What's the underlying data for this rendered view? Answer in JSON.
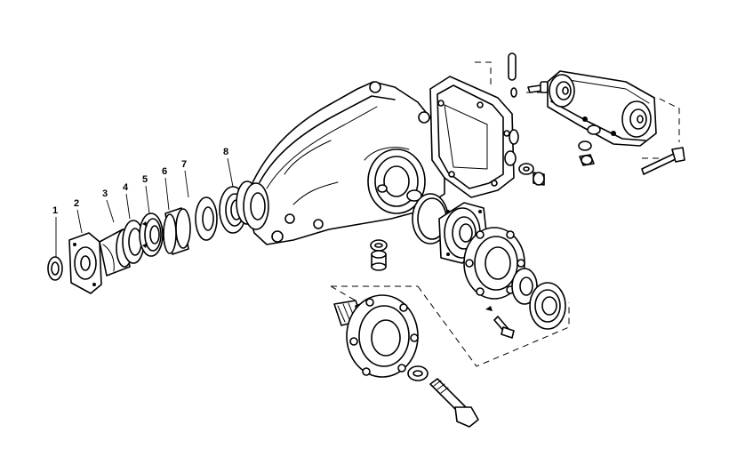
{
  "diagram": {
    "callouts": [
      {
        "id": "callout-1",
        "label": "1"
      },
      {
        "id": "callout-2",
        "label": "2"
      },
      {
        "id": "callout-3",
        "label": "3"
      },
      {
        "id": "callout-4",
        "label": "4"
      },
      {
        "id": "callout-5",
        "label": "5"
      },
      {
        "id": "callout-6",
        "label": "6"
      },
      {
        "id": "callout-7",
        "label": "7"
      },
      {
        "id": "callout-8",
        "label": "8"
      }
    ]
  }
}
